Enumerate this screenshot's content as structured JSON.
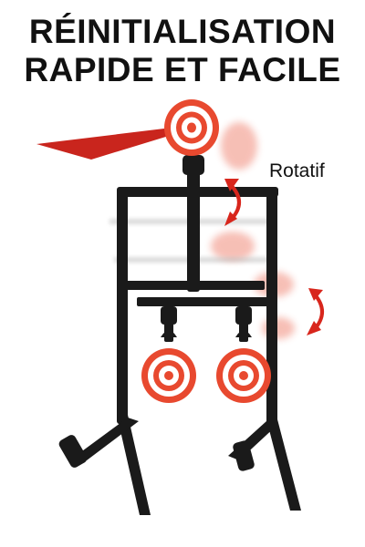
{
  "headline": {
    "line1": "RÉINITIALISATION",
    "line2": "RAPIDE ET FACILE"
  },
  "annotation": {
    "rotation_label": "Rotatif"
  },
  "colors": {
    "target_red": "#e8492f",
    "frame": "#1a1a1a",
    "arrow": "#d8261c",
    "motion_streak": "#c9251d"
  },
  "icons": [
    "rotation-arrow-icon",
    "target-icon"
  ]
}
